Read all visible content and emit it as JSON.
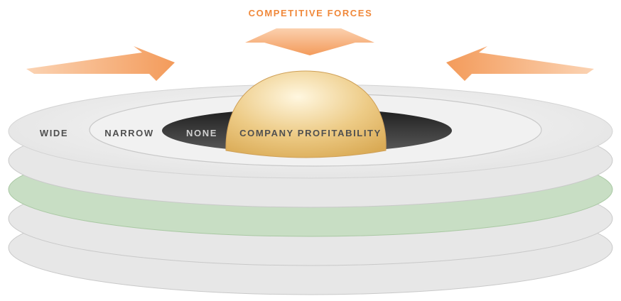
{
  "title": "COMPETITIVE FORCES",
  "zones": [
    {
      "label": "WIDE"
    },
    {
      "label": "NARROW"
    },
    {
      "label": "NONE"
    }
  ],
  "dome_label": "COMPANY PROFITABILITY",
  "colors": {
    "title": "#F0883A",
    "arrow": "#F5A66A",
    "plate": "#E7E7E7",
    "plate_edge": "#C9C9C9",
    "highlighted_plate": "#C8DEC4",
    "hole": "#3A3A3A",
    "dome": "#E8C173",
    "label_dark": "#505050",
    "label_light": "#D0D0D0"
  },
  "plates": [
    {
      "highlight": false
    },
    {
      "highlight": false
    },
    {
      "highlight": true
    },
    {
      "highlight": false
    },
    {
      "highlight": false
    }
  ]
}
